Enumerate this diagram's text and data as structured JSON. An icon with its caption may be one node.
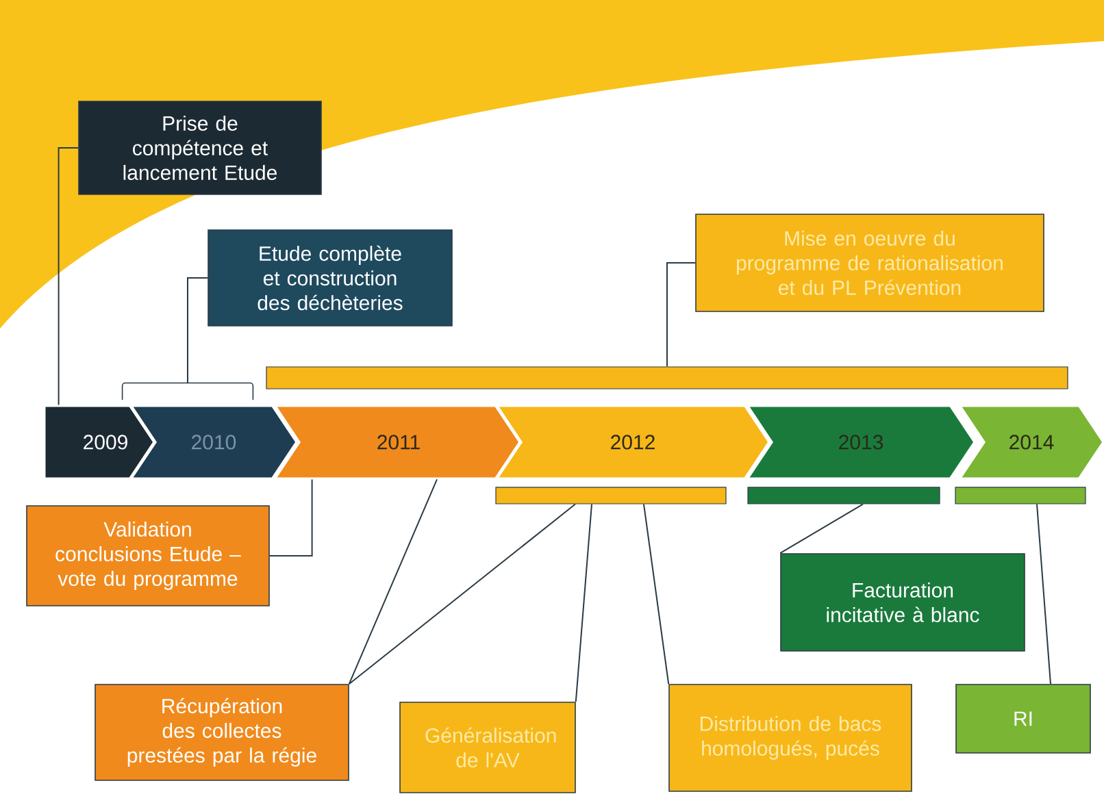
{
  "diagram": {
    "nodes": [
      {
        "text": [
          "2009"
        ]
      },
      {
        "text": [
          "2010"
        ]
      },
      {
        "text": [
          "2011"
        ]
      },
      {
        "text": [
          "2012"
        ]
      },
      {
        "text": [
          "2013"
        ]
      },
      {
        "text": [
          "2014"
        ]
      },
      {
        "text": [
          "Prise de compétence et lancement Etude"
        ]
      },
      {
        "text": [
          "Etude complète et construction des déchèteries"
        ]
      },
      {
        "text": [
          "Mise en oeuvre du programme de rationalisation et du PL Prévention"
        ]
      },
      {
        "text": [
          "Validation conclusions Etude – vote du programme"
        ]
      },
      {
        "text": [
          "Récupération des collectes prestées par la régie"
        ]
      },
      {
        "text": [
          "Généralisation de l'AV"
        ]
      },
      {
        "text": [
          "Distribution de bacs homologués, pucés"
        ]
      },
      {
        "text": [
          "Facturation incitative à blanc"
        ]
      },
      {
        "text": [
          "RI"
        ]
      },
      {
        "text": [],
        "shape": "bar"
      },
      {
        "text": [],
        "shape": "bar"
      },
      {
        "text": [],
        "shape": "bar"
      },
      {
        "text": [],
        "shape": "bar"
      },
      {
        "text": [],
        "shape": "bracket"
      }
    ],
    "edges": [
      {
        "from": 6,
        "to": 0,
        "arrow": "none"
      },
      {
        "from": 7,
        "to": 19,
        "arrow": "none"
      },
      {
        "from": 8,
        "to": 15,
        "arrow": "none"
      },
      {
        "from": 9,
        "to": 2,
        "arrow": "none"
      },
      {
        "from": 10,
        "to": 2,
        "arrow": "none"
      },
      {
        "from": 10,
        "to": 16,
        "arrow": "none"
      },
      {
        "from": 11,
        "to": 16,
        "arrow": "none"
      },
      {
        "from": 12,
        "to": 16,
        "arrow": "none"
      },
      {
        "from": 13,
        "to": 17,
        "arrow": "none"
      },
      {
        "from": 14,
        "to": 18,
        "arrow": "none"
      }
    ]
  }
}
